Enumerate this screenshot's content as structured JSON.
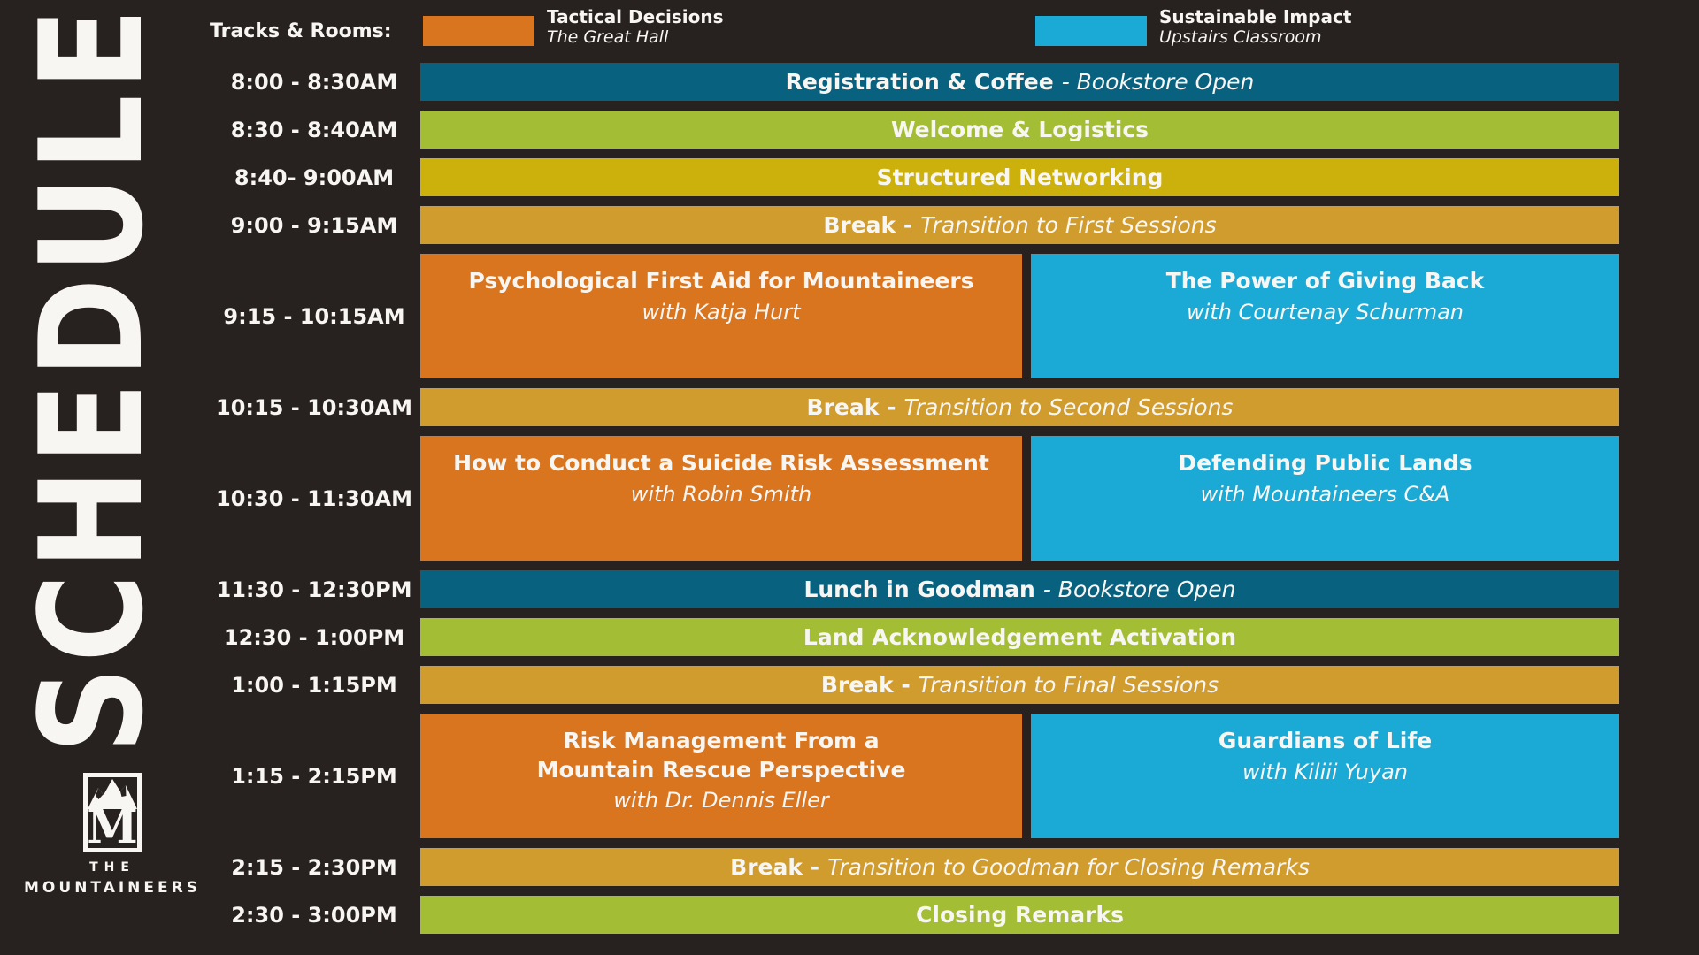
{
  "colors": {
    "background": "#272220",
    "text": "#f8f6f3",
    "teal": "#096180",
    "green": "#a3bd35",
    "mustard": "#ccb00c",
    "gold": "#d19c2e",
    "orange": "#d9741f",
    "blue": "#1ba9d6"
  },
  "left_rail": {
    "title": "SCHEDULE",
    "logo": {
      "monogram": "M",
      "line1": "THE",
      "line2": "MOUNTAINEERS"
    }
  },
  "legend": {
    "label": "Tracks & Rooms:",
    "tracks": [
      {
        "name": "Tactical Decisions",
        "room": "The Great Hall",
        "color": "orange"
      },
      {
        "name": "Sustainable Impact",
        "room": "Upstairs Classroom",
        "color": "blue"
      }
    ]
  },
  "schedule": {
    "rows": [
      {
        "time": "8:00 - 8:30AM",
        "kind": "single",
        "color": "teal",
        "bold": "Registration & Coffee",
        "italic": "- Bookstore Open"
      },
      {
        "time": "8:30 - 8:40AM",
        "kind": "single",
        "color": "green",
        "bold": "Welcome & Logistics"
      },
      {
        "time": "8:40- 9:00AM",
        "kind": "single",
        "color": "mustard",
        "bold": "Structured Networking"
      },
      {
        "time": "9:00 - 9:15AM",
        "kind": "single",
        "color": "gold",
        "bold": "Break -",
        "italic": "Transition to First Sessions"
      },
      {
        "time": "9:15 - 10:15AM",
        "kind": "split",
        "sessions": [
          {
            "color": "orange",
            "title": "Psychological First Aid for Mountaineers",
            "speaker": "with Katja Hurt"
          },
          {
            "color": "blue",
            "title": "The Power of Giving Back",
            "speaker": "with Courtenay Schurman"
          }
        ]
      },
      {
        "time": "10:15 - 10:30AM",
        "kind": "single",
        "color": "gold",
        "bold": "Break -",
        "italic": "Transition to Second Sessions"
      },
      {
        "time": "10:30 - 11:30AM",
        "kind": "split",
        "sessions": [
          {
            "color": "orange",
            "title": "How to Conduct a Suicide Risk Assessment",
            "speaker": "with Robin Smith"
          },
          {
            "color": "blue",
            "title": "Defending Public Lands",
            "speaker": "with Mountaineers C&A"
          }
        ]
      },
      {
        "time": "11:30 - 12:30PM",
        "kind": "single",
        "color": "teal",
        "bold": "Lunch in Goodman",
        "italic": "- Bookstore Open"
      },
      {
        "time": "12:30 - 1:00PM",
        "kind": "single",
        "color": "green",
        "bold": "Land Acknowledgement Activation"
      },
      {
        "time": "1:00 - 1:15PM",
        "kind": "single",
        "color": "gold",
        "bold": "Break -",
        "italic": "Transition to Final Sessions"
      },
      {
        "time": "1:15 - 2:15PM",
        "kind": "split",
        "sessions": [
          {
            "color": "orange",
            "title": "Risk Management From a\nMountain Rescue Perspective",
            "speaker": "with Dr. Dennis Eller"
          },
          {
            "color": "blue",
            "title": "Guardians of Life",
            "speaker": "with Kiliii Yuyan"
          }
        ]
      },
      {
        "time": "2:15 - 2:30PM",
        "kind": "single",
        "color": "gold",
        "bold": "Break -",
        "italic": "Transition to Goodman for Closing Remarks"
      },
      {
        "time": "2:30 - 3:00PM",
        "kind": "single",
        "color": "green",
        "bold": "Closing Remarks"
      }
    ]
  }
}
